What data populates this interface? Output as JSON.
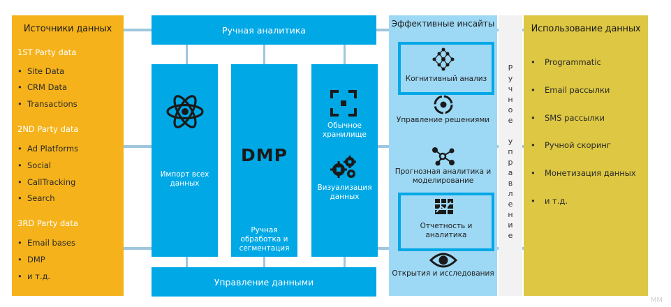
{
  "sources": {
    "title": "Источники данных",
    "groups": [
      {
        "name": "1ST Party data",
        "items": [
          "Site Data",
          "CRM Data",
          "Transactions"
        ]
      },
      {
        "name": "2ND Party data",
        "items": [
          "Ad Platforms",
          "Social",
          "CallTracking",
          "Search"
        ]
      },
      {
        "name": "3RD Party data",
        "items": [
          "Email bases",
          "DMP",
          "и т.д."
        ]
      }
    ]
  },
  "manual_analytics": "Ручная аналитика",
  "data_management": "Управление данными",
  "columns": {
    "import": "Импорт всех данных",
    "dmp": "DMP",
    "dmp_caption": "Ручная обработка и сегментация",
    "storage": "Обычное хранилище",
    "visualization": "Визуализация данных"
  },
  "insights": {
    "title": "Эффективные инсайты",
    "items": [
      "Когнитивный анализ",
      "Управление решениями",
      "Прогнозная аналитика и моделирование",
      "Отчетность и аналитика",
      "Открытия и исследования"
    ]
  },
  "vertical_label": "Ручное управление",
  "usage": {
    "title": "Использование данных",
    "items": [
      "Programmatic",
      "Email рассылки",
      "SMS рассылки",
      "Ручной скоринг",
      "Монетизация данных",
      "и т.д."
    ]
  },
  "watermark": "MM",
  "colors": {
    "sources": "#f5b21a",
    "process": "#00a8e6",
    "insights": "#9dd8f4",
    "usage": "#ddc743"
  }
}
